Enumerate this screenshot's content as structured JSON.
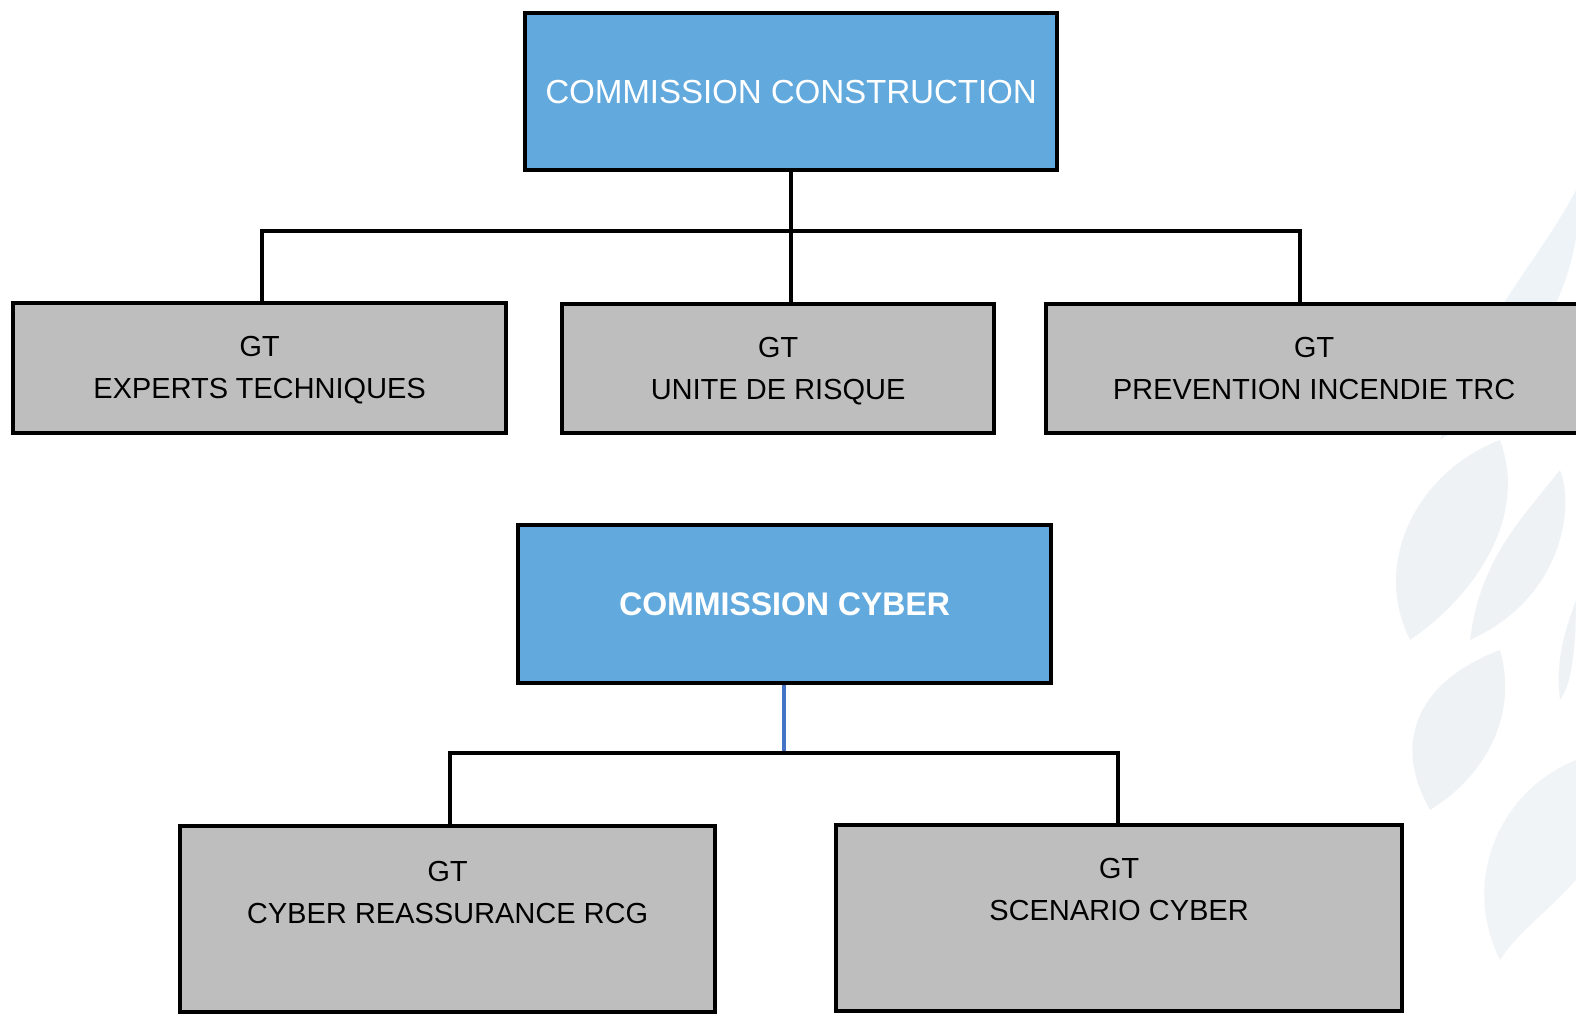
{
  "colors": {
    "commission_fill": "#62a9dd",
    "commission_text": "#ffffff",
    "group_fill": "#bebebe",
    "connector": "#000000",
    "cyber_connector": "#4472c4"
  },
  "construction": {
    "title": "COMMISSION CONSTRUCTION",
    "groups": [
      {
        "prefix": "GT",
        "name": "EXPERTS TECHNIQUES"
      },
      {
        "prefix": "GT",
        "name": "UNITE DE RISQUE"
      },
      {
        "prefix": "GT",
        "name": "PREVENTION INCENDIE TRC"
      }
    ]
  },
  "cyber": {
    "title": "COMMISSION CYBER",
    "groups": [
      {
        "prefix": "GT",
        "name": "CYBER REASSURANCE RCG"
      },
      {
        "prefix": "GT",
        "name": "SCENARIO CYBER"
      }
    ]
  }
}
